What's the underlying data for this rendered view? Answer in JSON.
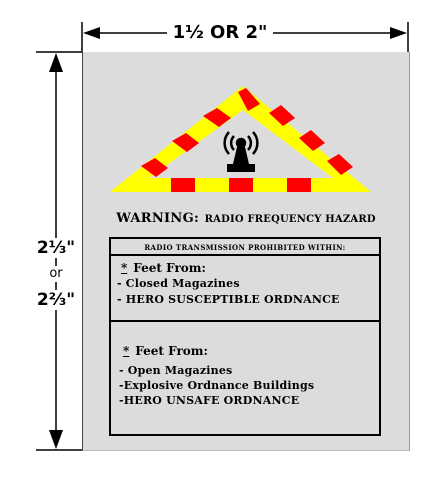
{
  "dimensions": {
    "width_label": "1½ OR 2\"",
    "height_label_a": "2⅓\"",
    "height_or": "or",
    "height_label_b": "2⅔\""
  },
  "sign": {
    "background": "#dcdcdc",
    "triangle_colors": [
      "#ff0000",
      "#ffff00"
    ],
    "icon": "radio-transmitter-icon",
    "warning_word": "WARNING:",
    "warning_rest": "RADIO FREQUENCY HAZARD",
    "box_header": "RADIO TRANSMISSION PROHIBITED WITHIN:",
    "section1": {
      "star": "*",
      "title": "Feet From:",
      "lines": [
        "- Closed Magazines",
        "- HERO SUSCEPTIBLE ORDNANCE"
      ]
    },
    "section2": {
      "star": "*",
      "title": "Feet From:",
      "lines": [
        "- Open Magazines",
        "-Explosive Ordnance Buildings",
        "-HERO UNSAFE ORDNANCE"
      ]
    }
  }
}
